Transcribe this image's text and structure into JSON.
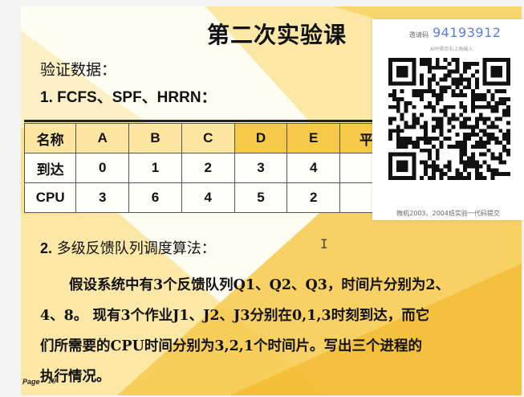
{
  "slide": {
    "title": "第二次实验课",
    "heading1": "验证数据：",
    "heading2": "1. FCFS、SPF、HRRN：",
    "table": {
      "headers": [
        "名称",
        "A",
        "B",
        "C",
        "D",
        "E",
        "平"
      ],
      "rows": [
        [
          "到达",
          "0",
          "1",
          "2",
          "3",
          "4",
          ""
        ],
        [
          "CPU",
          "3",
          "6",
          "4",
          "5",
          "2",
          ""
        ]
      ]
    },
    "section2_num": "2.",
    "section2_text": "多级反馈队列调度算法：",
    "paragraph_lines": [
      "假设系统中有3个反馈队列Q1、Q2、Q3，时间片分别为2、",
      "4、8。 现有3个作业J1、J2、J3分别在0,1,3时刻到达，而它",
      "们所需要的CPU时间分别为3,2,1个时间片。写出三个进程的",
      "执行情况。"
    ],
    "page_label": "Page",
    "page_number": "19"
  },
  "qr_panel": {
    "code_label": "邀请码",
    "code_value": "94193912",
    "code_hint": "APP首页右上角输入",
    "caption": "微机2003、2004班实验一代码提交"
  },
  "colors": {
    "accent_yellow": "#f6c94b",
    "light_yellow": "#fde6a0",
    "code_blue": "#5b7fd8"
  }
}
